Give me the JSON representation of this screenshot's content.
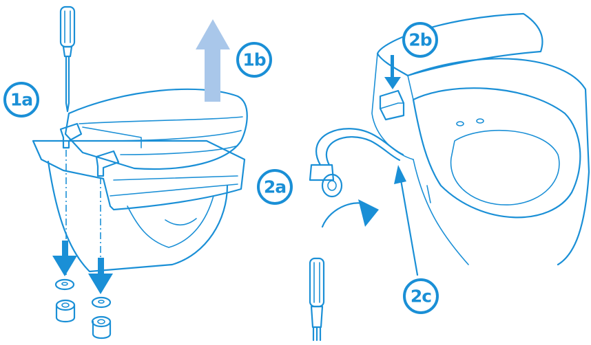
{
  "colors": {
    "line": "#1a8fd6",
    "lift_arrow": "#a9c7ea",
    "background": "#ffffff"
  },
  "steps": {
    "s1a": "1a",
    "s1b": "1b",
    "s2a": "2a",
    "s2b": "2b",
    "s2c": "2c"
  }
}
